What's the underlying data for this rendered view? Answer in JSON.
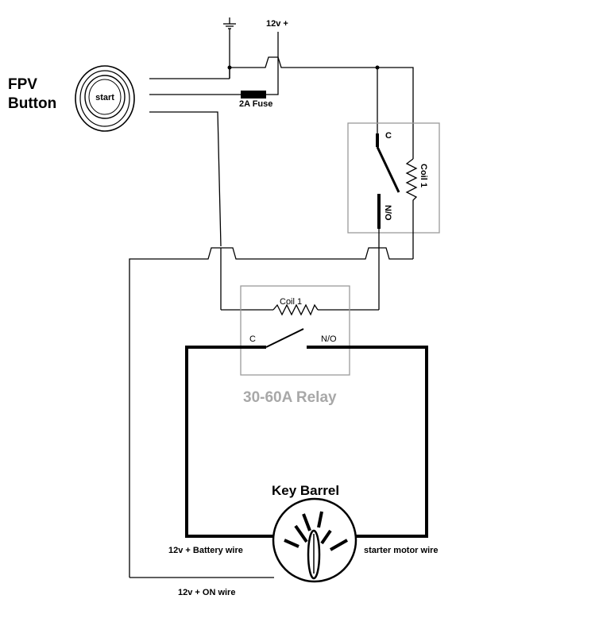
{
  "labels": {
    "fpv_button": [
      "FPV",
      "Button"
    ],
    "start": "start",
    "twelve_v_plus": "12v +",
    "fuse": "2A Fuse",
    "small_relay_c": "C",
    "small_relay_no": "N/O",
    "small_relay_coil": "Coil 1",
    "big_relay_coil": "Coil 1",
    "big_relay_c": "C",
    "big_relay_no": "N/O",
    "big_relay_name": "30-60A Relay",
    "key_barrel": "Key Barrel",
    "battery_wire": "12v + Battery wire",
    "starter_wire": "starter motor wire",
    "on_wire": "12v + ON wire"
  }
}
